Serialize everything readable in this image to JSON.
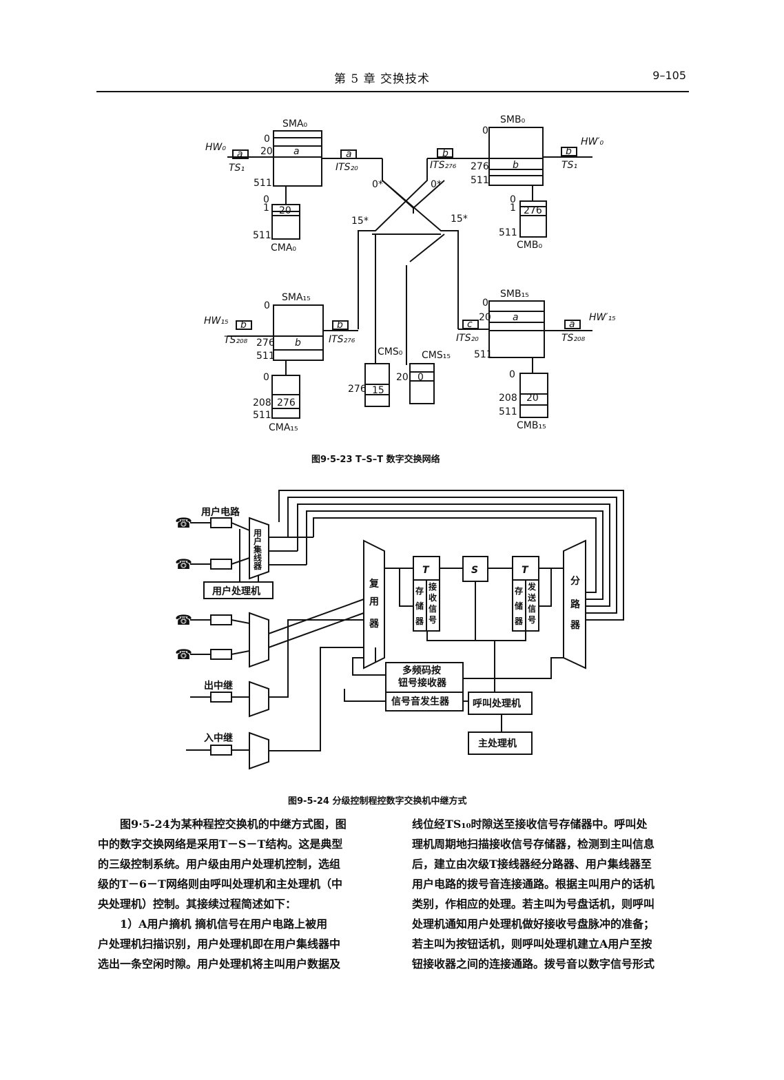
{
  "header": {
    "chapter": "第 5 章   交换技术",
    "page_number": "9–105"
  },
  "fig1": {
    "caption": "图9·5-23   T–S–T 数字交换网络",
    "sma0": {
      "title": "SMA₀",
      "slot": "a",
      "n0": "0",
      "n20": "20",
      "n511": "511"
    },
    "cma0": {
      "title": "CMA₀",
      "slot": "20",
      "n0": "0",
      "n1": "1",
      "n511": "511"
    },
    "smb0": {
      "title": "SMB₀",
      "slot": "b",
      "n0": "0",
      "n276": "276",
      "n511": "511"
    },
    "cmb0": {
      "title": "CMB₀",
      "slot": "276",
      "n0": "0",
      "n1": "1",
      "n511": "511"
    },
    "sma15": {
      "title": "SMA₁₅",
      "slot": "b",
      "n0": "0",
      "n276": "276",
      "n511": "511"
    },
    "cma15": {
      "title": "CMA₁₅",
      "slot": "276",
      "n0": "0",
      "n208": "208",
      "n511": "511"
    },
    "smb15": {
      "title": "SMB₁₅",
      "slot": "a",
      "n0": "0",
      "n20": "20",
      "n511": "511"
    },
    "cmb15": {
      "title": "CMB₁₅",
      "slot": "20",
      "n0": "0",
      "n208": "208",
      "n511": "511"
    },
    "cms0": {
      "title": "CMS₀",
      "slot": "15",
      "n": "276"
    },
    "cms15": {
      "title": "CMS₁₅",
      "slot": "0",
      "n": "20"
    },
    "hw0": "HW₀",
    "ts1": "TS₁",
    "its20": "ITS₂₀",
    "its276": "ITS₂₇₆",
    "hw0p": "HW′₀",
    "ts1b": "TS₁",
    "hw15": "HW₁₅",
    "ts208": "TS₂₀₈",
    "its276b": "ITS₂₇₆",
    "its20b": "ITS₂₀",
    "hw15p": "HW′₁₅",
    "ts208b": "TS₂₀₈",
    "box_a": "a",
    "box_b": "b",
    "box_c": "c",
    "zero_l": "0*",
    "zero_r": "0*",
    "fifteen_l": "15*",
    "fifteen_r": "15*"
  },
  "fig2": {
    "caption": "图9-5-24   分级控制程控数字交换机中继方式",
    "user_circuit": "用户电路",
    "user_concentrator": [
      "用",
      "户",
      "集",
      "线",
      "器"
    ],
    "user_processor": "用户处理机",
    "out_trunk": "出中继",
    "in_trunk": "入中继",
    "multiplexer": [
      "复",
      "用",
      "器"
    ],
    "t_left": "T",
    "recv_mem_a": [
      "存",
      "储",
      "器"
    ],
    "recv_mem_b": [
      "接",
      "收",
      "信",
      "号"
    ],
    "s_switch": "S",
    "t_right": "T",
    "send_mem_a": [
      "存",
      "储",
      "器"
    ],
    "send_mem_b": [
      "发",
      "送",
      "信",
      "号"
    ],
    "demux": [
      "分",
      "路",
      "器"
    ],
    "mf_receiver_1": "多频码按",
    "mf_receiver_2": "钮号接收器",
    "tone_gen": "信号音发生器",
    "call_processor": "呼叫处理机",
    "main_processor": "主处理机"
  },
  "text": {
    "l1": "图9·5-24为某种程控交换机的中继方式图，图",
    "l2": "中的数字交换网络是采用T－S－T结构。这是典型",
    "l3": "的三级控制系统。用户级由用户处理机控制，选组",
    "l4": "级的T－6－T网络则由呼叫处理机和主处理机（中",
    "l5": "央处理机）控制。其接续过程简述如下：",
    "l6": "1）A用户摘机   摘机信号在用户电路上被用",
    "l7": "户处理机扫描识别，用户处理机即在用户集线器中",
    "l8": "选出一条空闲时隙。用户处理机将主叫用户数据及",
    "r1": "线位经TS₁₀时隙送至接收信号存储器中。呼叫处",
    "r2": "理机周期地扫描接收信号存储器，检测到主叫信息",
    "r3": "后，建立由次级T接线器经分路器、用户集线器至",
    "r4": "用户电路的拨号音连接通路。根据主叫用户的话机",
    "r5": "类别，作相应的处理。若主叫为号盘话机，则呼叫",
    "r6": "处理机通知用户处理机做好接收号盘脉冲的准备；",
    "r7": "若主叫为按钮话机，则呼叫处理机建立A用户至按",
    "r8": "钮接收器之间的连接通路。拨号音以数字信号形式"
  }
}
